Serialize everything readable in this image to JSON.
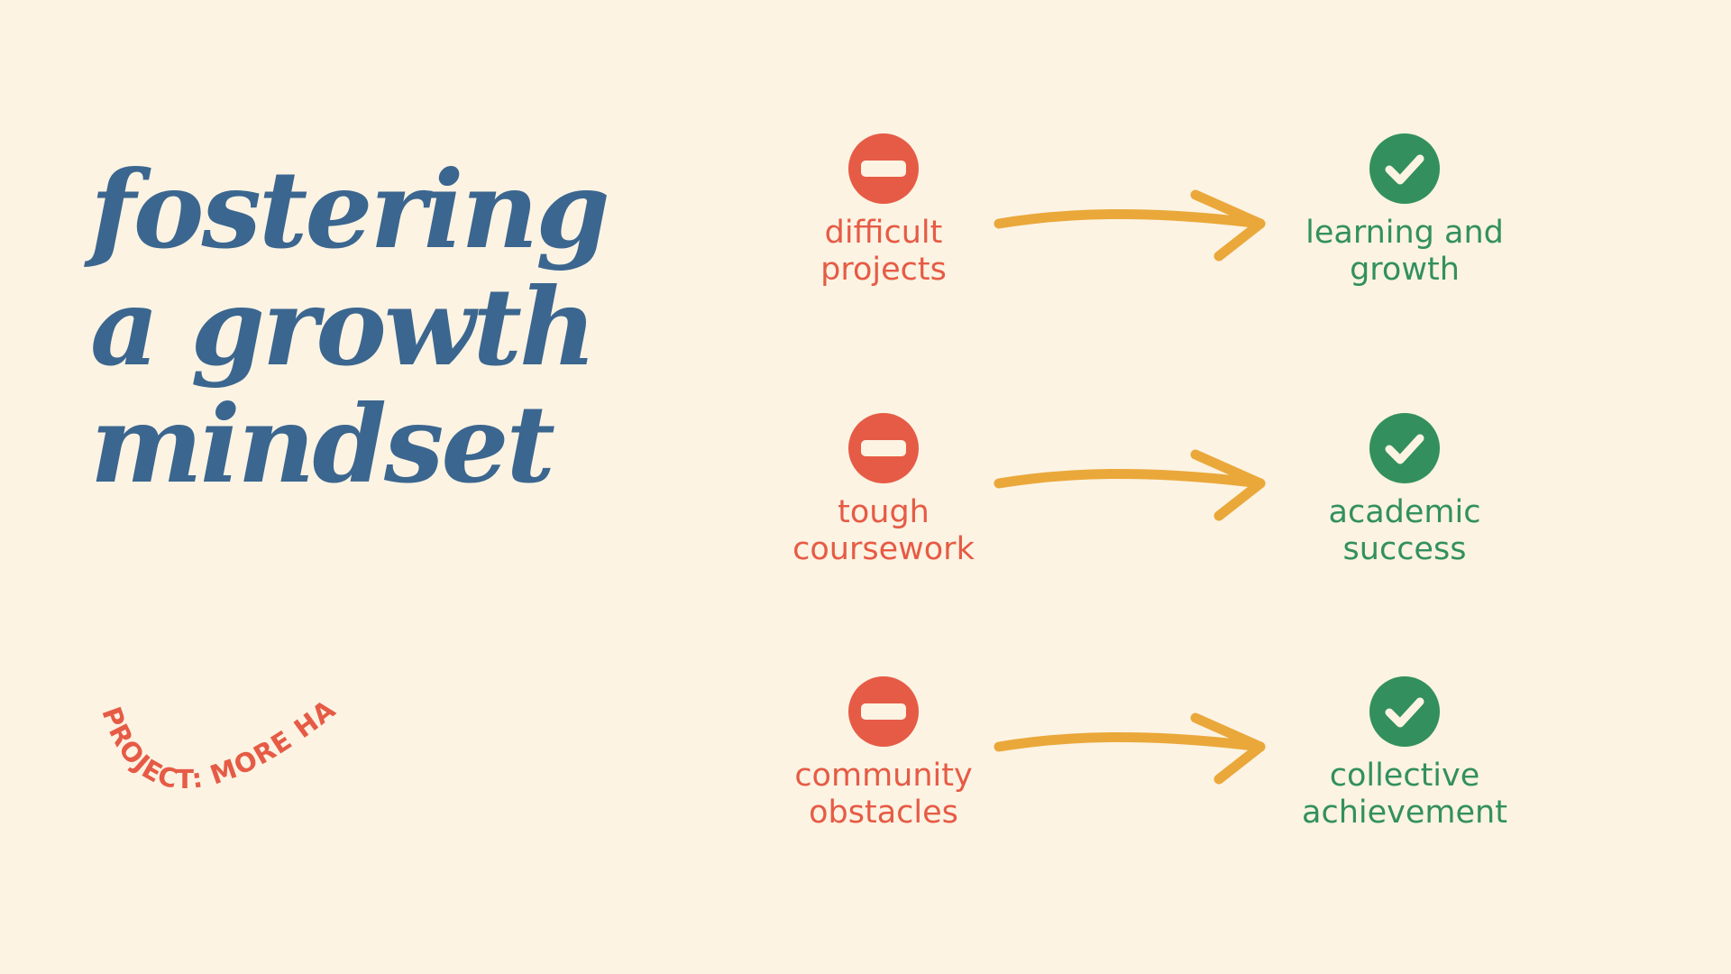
{
  "title": {
    "line1": "fostering",
    "line2": "a growth",
    "line3": "mindset"
  },
  "logo": {
    "text": "PROJECT: MORE HAPPY"
  },
  "colors": {
    "background": "#FCF3E3",
    "title": "#3B668F",
    "negative": "#E65B45",
    "positive": "#33905E",
    "arrow": "#EAA83A"
  },
  "rows": [
    {
      "from": {
        "label": "difficult\nprojects",
        "icon": "minus-circle-icon"
      },
      "to": {
        "label": "learning and\ngrowth",
        "icon": "check-circle-icon"
      }
    },
    {
      "from": {
        "label": "tough\ncoursework",
        "icon": "minus-circle-icon"
      },
      "to": {
        "label": "academic\nsuccess",
        "icon": "check-circle-icon"
      }
    },
    {
      "from": {
        "label": "community\nobstacles",
        "icon": "minus-circle-icon"
      },
      "to": {
        "label": "collective\nachievement",
        "icon": "check-circle-icon"
      }
    }
  ]
}
